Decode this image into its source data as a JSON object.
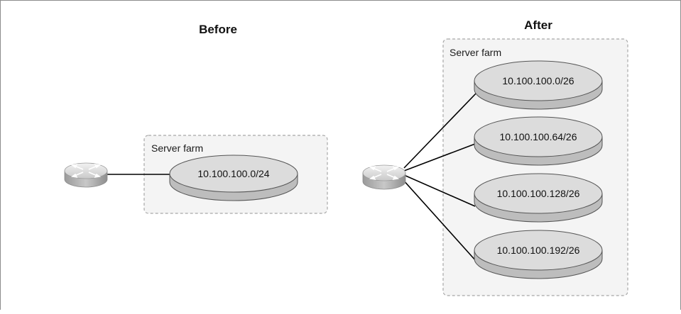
{
  "before": {
    "heading": "Before",
    "farm_label": "Server farm",
    "router_icon": "router-icon",
    "subnets": [
      "10.100.100.0/24"
    ]
  },
  "after": {
    "heading": "After",
    "farm_label": "Server farm",
    "router_icon": "router-icon",
    "subnets": [
      "10.100.100.0/26",
      "10.100.100.64/26",
      "10.100.100.128/26",
      "10.100.100.192/26"
    ]
  },
  "colors": {
    "disk_top": "#dcdcdc",
    "disk_side": "#bdbdbd",
    "farm_border": "#a8a8a8",
    "farm_fill": "#f4f4f4",
    "link": "#000000"
  }
}
